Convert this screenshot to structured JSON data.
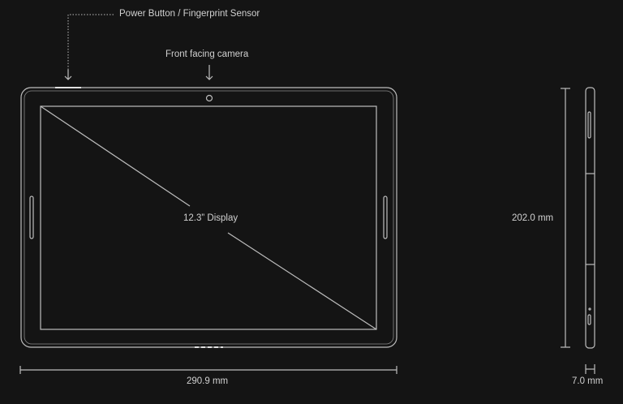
{
  "labels": {
    "power_button": "Power Button / Fingerprint Sensor",
    "front_camera": "Front facing camera",
    "display": "12.3” Display",
    "height": "202.0 mm",
    "width": "290.9 mm",
    "depth": "7.0 mm"
  },
  "colors": {
    "background": "#141414",
    "line": "#bdbdbd"
  }
}
